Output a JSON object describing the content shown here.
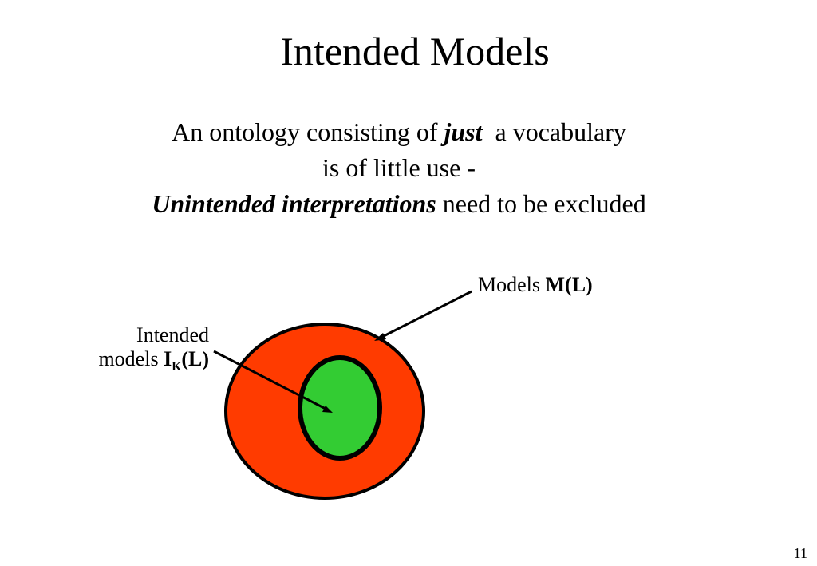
{
  "slide": {
    "title": "Intended Models",
    "page_number": "11"
  },
  "subtitle": {
    "line1_a": "An ontology consisting of ",
    "line1_emph": "just",
    "line1_b": "  a vocabulary",
    "line2": "is of little use -",
    "line3_emph": "Unintended interpretations",
    "line3_b": " need to be excluded"
  },
  "diagram": {
    "outer_label_text": "Models ",
    "outer_label_bold": "M(L)",
    "inner_label_line1": "Intended",
    "inner_label_text": "models ",
    "inner_label_bold": "I",
    "inner_label_sub": "K",
    "inner_label_bold2": "(L)",
    "outer_color": "#ff3b00",
    "inner_color": "#33cc33",
    "stroke_color": "#000000"
  }
}
